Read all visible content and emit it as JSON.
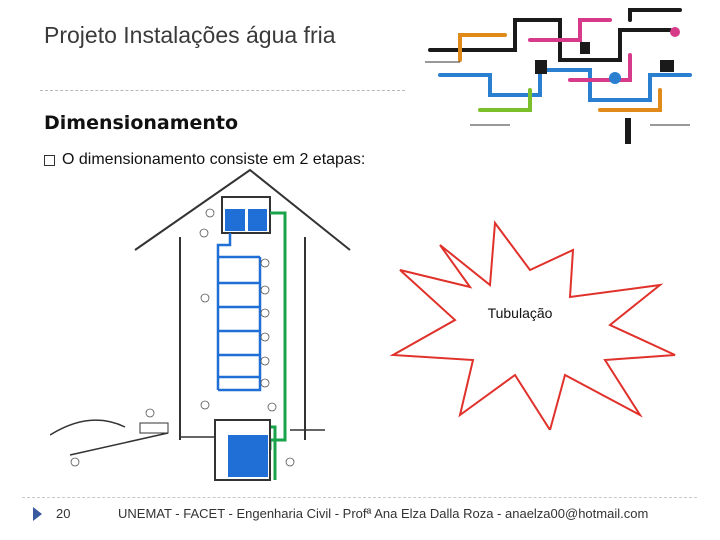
{
  "slide": {
    "title": "Projeto Instalações água fria",
    "subheading": "Dimensionamento",
    "bullet": "O dimensionamento consiste em 2 etapas:",
    "callout": "Tubulação",
    "page_number": "20",
    "footer": "UNEMAT - FACET - Engenharia Civil - Profª Ana Elza Dalla Roza - anaelza00@hotmail.com"
  },
  "colors": {
    "accent_blue": "#3a5aa0",
    "water_blue": "#1f6fd6",
    "pipe_green": "#19a34a",
    "burst_stroke": "#e0312b"
  },
  "icons": [
    "plumbing-illustration",
    "house-water-system-diagram",
    "starburst-callout",
    "slide-bullet-icon"
  ]
}
